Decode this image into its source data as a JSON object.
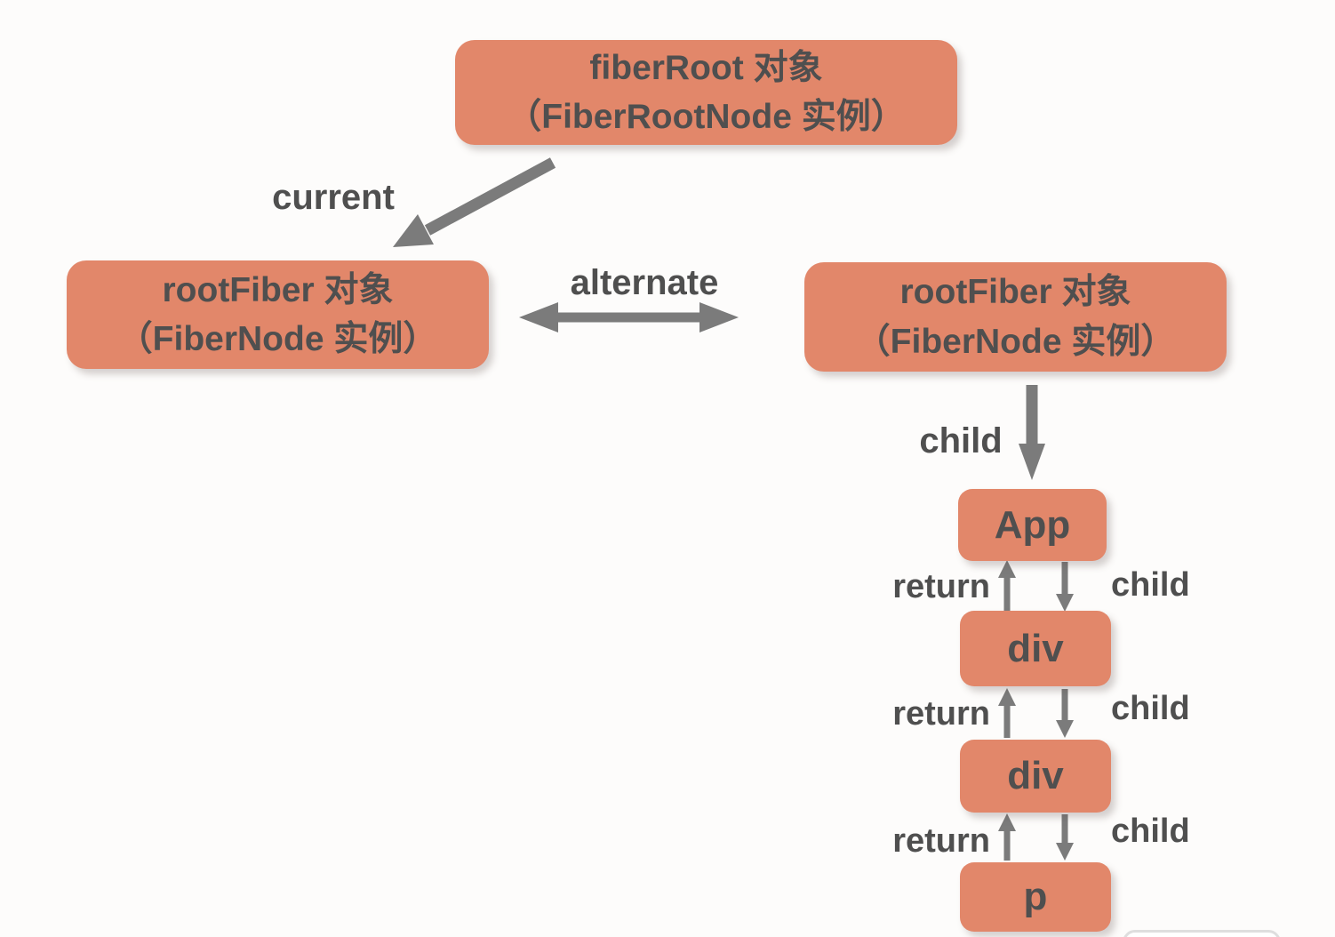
{
  "colors": {
    "background": "#fdfcfb",
    "node_fill": "#e2876a",
    "node_text": "#4f4f4f",
    "label_text": "#4f4f4f",
    "arrow": "#7b7b7b"
  },
  "nodes": {
    "fiber_root": {
      "line1": "fiberRoot 对象",
      "line2": "（FiberRootNode 实例）"
    },
    "root_fiber_left": {
      "line1": "rootFiber 对象",
      "line2": "（FiberNode 实例）"
    },
    "root_fiber_right": {
      "line1": "rootFiber 对象",
      "line2": "（FiberNode 实例）"
    },
    "app": {
      "label": "App"
    },
    "div_1": {
      "label": "div"
    },
    "div_2": {
      "label": "div"
    },
    "p": {
      "label": "p"
    }
  },
  "edge_labels": {
    "current": "current",
    "alternate": "alternate",
    "root_child": "child"
  },
  "tree_links": [
    {
      "from": "App",
      "to": "div",
      "return_label": "return",
      "child_label": "child"
    },
    {
      "from": "div",
      "to": "div",
      "return_label": "return",
      "child_label": "child"
    },
    {
      "from": "div",
      "to": "p",
      "return_label": "return",
      "child_label": "child"
    }
  ]
}
